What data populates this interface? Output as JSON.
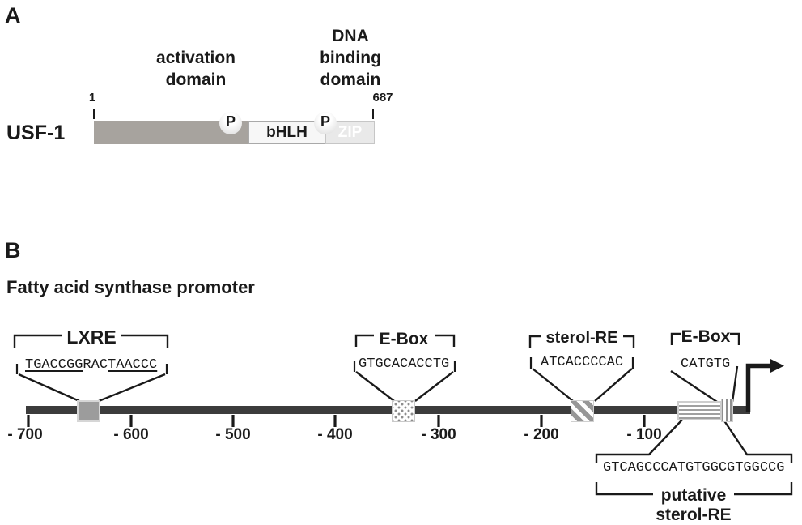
{
  "panel_a": {
    "label": "A",
    "protein": "USF-1",
    "start_residue": "1",
    "end_residue": "687",
    "activation_label_lines": [
      "activation",
      "domain"
    ],
    "dna_label_lines": [
      "DNA",
      "binding",
      "domain"
    ],
    "domain_bhlh": "bHLH",
    "domain_zip": "ZIP",
    "phospho": "P"
  },
  "panel_b": {
    "label": "B",
    "title": "Fatty acid synthase promoter",
    "lxre": {
      "name": "LXRE",
      "seq_full": "TGACCGGRACTAACCC",
      "seq_u1": "TGACCGG",
      "seq_mid": "RAC",
      "seq_u2": "TAACCC"
    },
    "ebox1": {
      "name": "E-Box",
      "seq": "GTGCACACCTG"
    },
    "sterol": {
      "name": "sterol-RE",
      "seq": "ATCACCCCAC"
    },
    "ebox2": {
      "name": "E-Box",
      "seq": "CATGTG"
    },
    "putative": {
      "seq": "GTCAGCCCATGTGGCGTGGCCG",
      "label_line1": "putative",
      "label_line2": "sterol-RE"
    },
    "axis": {
      "ticks": [
        "- 700",
        "- 600",
        "- 500",
        "- 400",
        "- 300",
        "- 200",
        "- 100"
      ]
    }
  },
  "colors": {
    "ink": "#1a1a1a",
    "promoter-line": "#3c3c3c",
    "activation-fill": "#a7a39e",
    "domain-box-fill": "#f7f7f7",
    "zip-fill": "#e9e9e9",
    "zip-text": "#ffffff",
    "lxre-fill": "#9c9c9c",
    "stripe-gray": "#979797"
  }
}
